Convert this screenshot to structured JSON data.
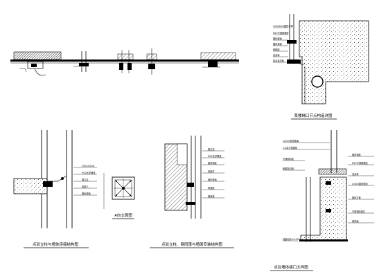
{
  "sheet": {
    "captions": {
      "top_right_detail": "某楼梯口节点构造详图",
      "column_wall_joint": "点驳立柱与墙体连接结构图",
      "a_elevation": "A向立面图",
      "column_glass_canopy": "点驳立柱、钢雨篷与墙面安装结构图",
      "bottom_right_detail": "点驳墙体接口大样图"
    },
    "annotations": {
      "top_right_detail": [
        "120x60x5镀锌方钢",
        "M12不锈钢螺栓",
        "钢化玻璃",
        "镀锌角钢",
        "耐候胶",
        "泡沫棒",
        "铝合金扣板"
      ],
      "column_wall_joint": [
        "250x150x8",
        "M12化学螺栓",
        "钢立柱",
        "驳接爪",
        "钢化玻璃"
      ],
      "column_glass_canopy": [
        "钢立柱",
        "M12化学螺栓",
        "镀锌钢板",
        "驳接件",
        "钢化玻璃",
        "耐候胶",
        "钢雨篷"
      ],
      "bottom_right_detail": [
        "12mm钢化玻璃",
        "2-4厚不锈钢板",
        "不锈钢扣板",
        "耐候密封胶",
        "镀锌钢板",
        "M12不锈钢螺栓",
        "泡沫棒",
        "L50x5镀锌角钢",
        "镀锌方管",
        "不锈钢驳接件",
        "装饰面",
        "地面标高±0.000"
      ]
    },
    "colors": {
      "ink": "#000000",
      "paper": "#ffffff"
    }
  }
}
